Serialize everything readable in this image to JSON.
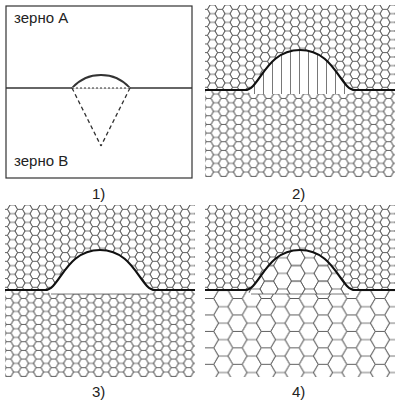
{
  "diagram": {
    "labels": [
      "зерно A",
      "зерно B",
      "1)",
      "2)",
      "3)",
      "4)"
    ]
  }
}
